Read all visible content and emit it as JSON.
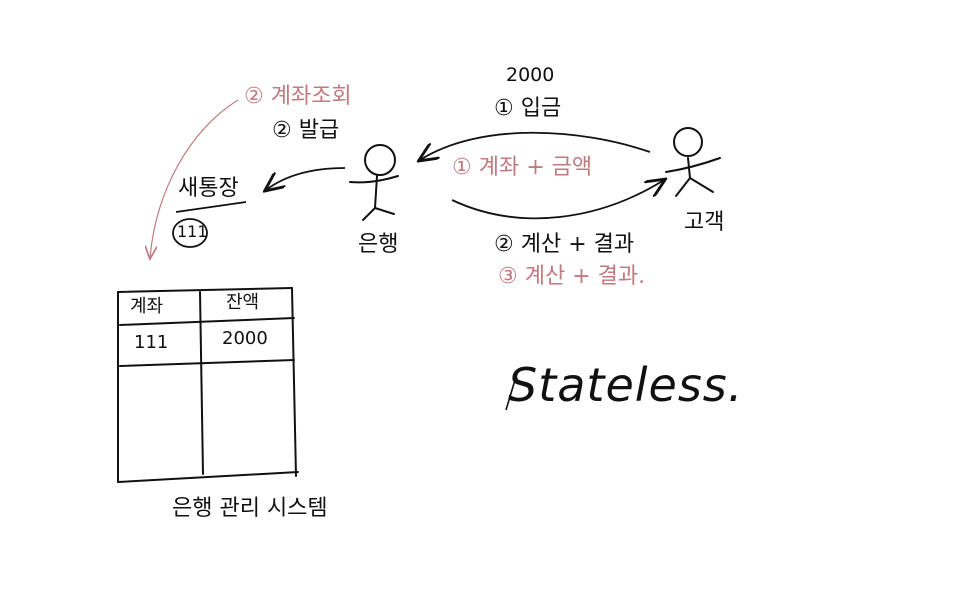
{
  "colors": {
    "ink": "#111111",
    "pink": "#c07a80"
  },
  "annotations": {
    "amount": "2000",
    "deposit": "① 입금",
    "account_lookup": "② 계좌조회",
    "issue": "② 발급",
    "account_plus_amount": "① 계좌 + 금액",
    "calc_result_black": "② 계산 + 결과",
    "calc_result_red": "③ 계산 + 결과.",
    "stateless": "Stateless."
  },
  "actors": {
    "bank": "은행",
    "customer": "고객"
  },
  "passbook": {
    "label": "새통장",
    "number": "111"
  },
  "table": {
    "headers": [
      "계좌",
      "잔액"
    ],
    "rows": [
      [
        "111",
        "2000"
      ]
    ],
    "caption": "은행 관리 시스템"
  }
}
